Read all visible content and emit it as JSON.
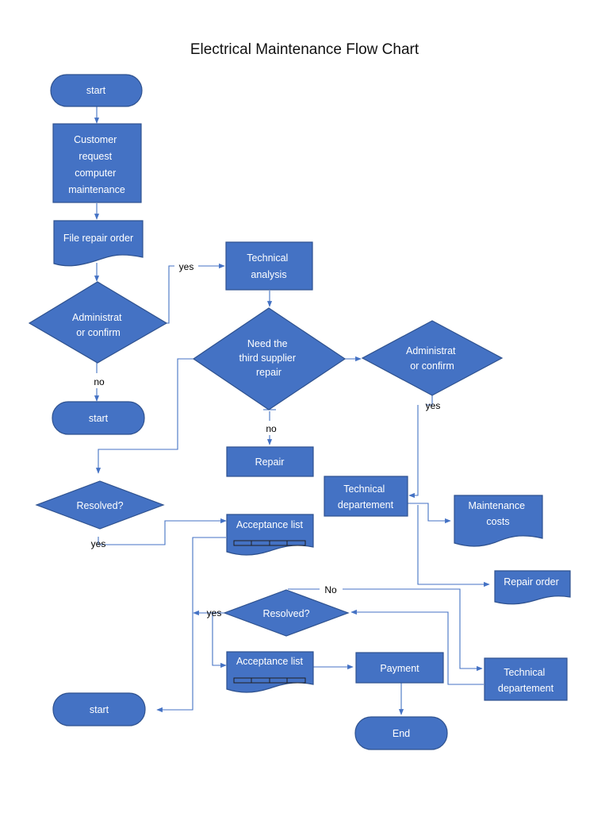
{
  "title": "Electrical Maintenance Flow Chart",
  "nodes": {
    "start1": [
      "start"
    ],
    "customer": [
      "Customer",
      "request",
      "computer",
      "maintenance"
    ],
    "file_repair": [
      "File repair order"
    ],
    "admin1": [
      "Administrat",
      "or confirm"
    ],
    "start2": [
      "start"
    ],
    "tech_analysis": [
      "Technical",
      "analysis"
    ],
    "need_third": [
      "Need the",
      "third supplier",
      "repair"
    ],
    "admin2": [
      "Administrat",
      "or confirm"
    ],
    "repair": [
      "Repair"
    ],
    "resolved1": [
      "Resolved?"
    ],
    "tech_dept1": [
      "Technical",
      "departement"
    ],
    "maint_costs": [
      "Maintenance",
      "costs"
    ],
    "acceptance1": [
      "Acceptance list"
    ],
    "repair_order": [
      "Repair order"
    ],
    "resolved2": [
      "Resolved?"
    ],
    "acceptance2": [
      "Acceptance list"
    ],
    "payment": [
      "Payment"
    ],
    "tech_dept2": [
      "Technical",
      "departement"
    ],
    "start3": [
      "start"
    ],
    "end": [
      "End"
    ]
  },
  "edge_labels": {
    "yes1": "yes",
    "no1": "no",
    "yes2": "yes",
    "no2": "no",
    "yes3": "yes",
    "No3": "No",
    "yes4": "yes"
  },
  "colors": {
    "shape_fill": "#4472c4",
    "shape_stroke": "#2f528f",
    "connector": "#4472c4"
  }
}
